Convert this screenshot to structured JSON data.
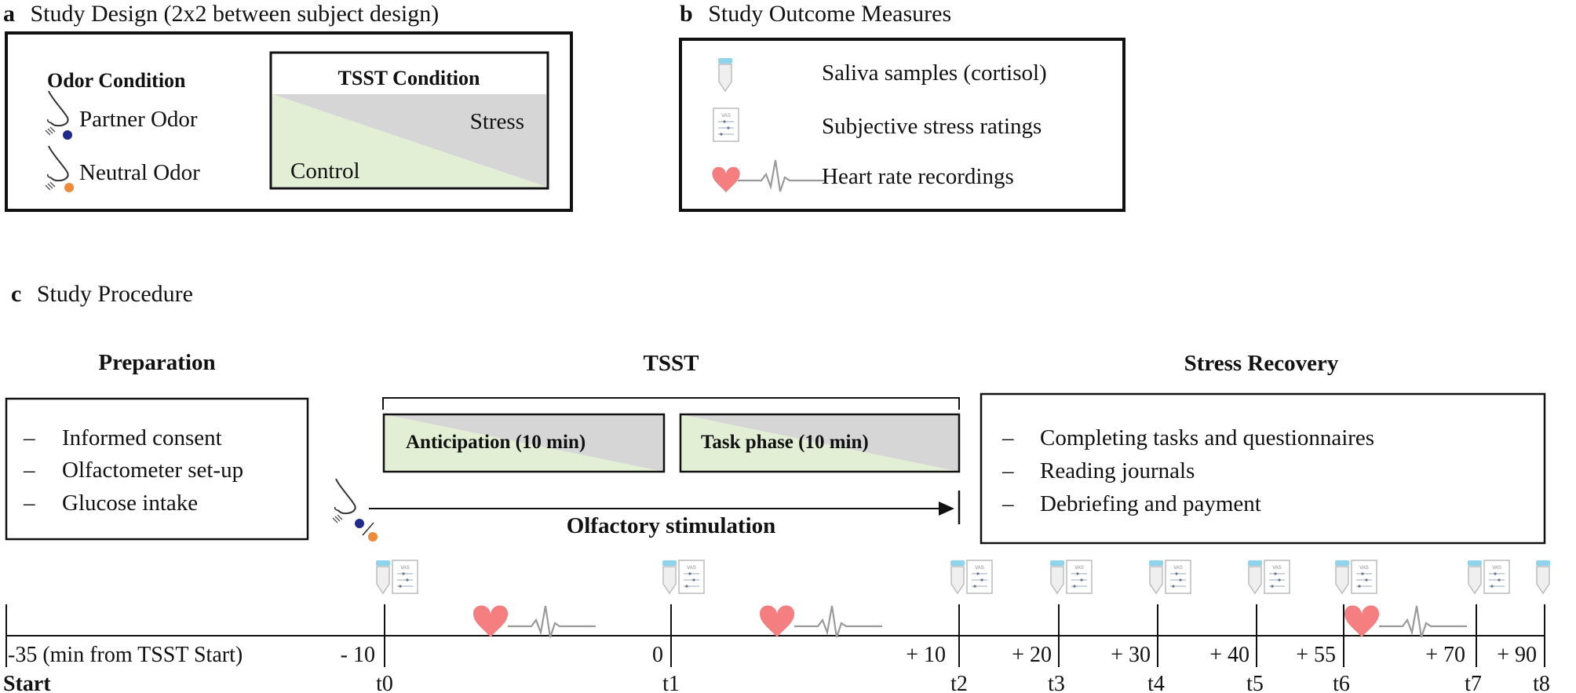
{
  "panel_a": {
    "letter": "a",
    "title": "Study Design (2x2 between subject design)",
    "odor_header": "Odor Condition",
    "odor_items": [
      "Partner Odor",
      "Neutral Odor"
    ],
    "tsst_header": "TSST Condition",
    "stress_label": "Stress",
    "control_label": "Control",
    "colors": {
      "control": "#e2efd5",
      "stress": "#d6d6d6",
      "partner": "#1f2a8c",
      "neutral": "#ee8a3a"
    }
  },
  "panel_b": {
    "letter": "b",
    "title": "Study Outcome Measures",
    "items": [
      "Saliva samples (cortisol)",
      "Subjective stress ratings",
      "Heart rate recordings"
    ]
  },
  "panel_c": {
    "letter": "c",
    "title": "Study Procedure",
    "prep_title": "Preparation",
    "prep_items": [
      "Informed consent",
      "Olfactometer set-up",
      "Glucose intake"
    ],
    "tsst_title": "TSST",
    "anticipation": "Anticipation (10 min)",
    "task_phase": "Task phase (10 min)",
    "olfactory": "Olfactory stimulation",
    "recovery_title": "Stress Recovery",
    "recovery_items": [
      "Completing tasks and questionnaires",
      "Reading journals",
      "Debriefing and payment"
    ],
    "dash": "–",
    "timeline": {
      "start_label": "Start",
      "start_offset": "-35 (min from TSST  Start)",
      "ticks": [
        {
          "time": "- 10",
          "label": "t0"
        },
        {
          "time": "0",
          "label": "t1"
        },
        {
          "time": "+ 10",
          "label": "t2"
        },
        {
          "time": "+ 20",
          "label": "t3"
        },
        {
          "time": "+ 30",
          "label": "t4"
        },
        {
          "time": "+ 40",
          "label": "t5"
        },
        {
          "time": "+ 55",
          "label": "t6"
        },
        {
          "time": "+ 70",
          "label": "t7"
        },
        {
          "time": "+ 90",
          "label": "t8"
        }
      ]
    },
    "icons": [
      "saliva-tube-icon",
      "rating-sheet-icon",
      "heart-rate-icon",
      "nose-icon"
    ]
  }
}
